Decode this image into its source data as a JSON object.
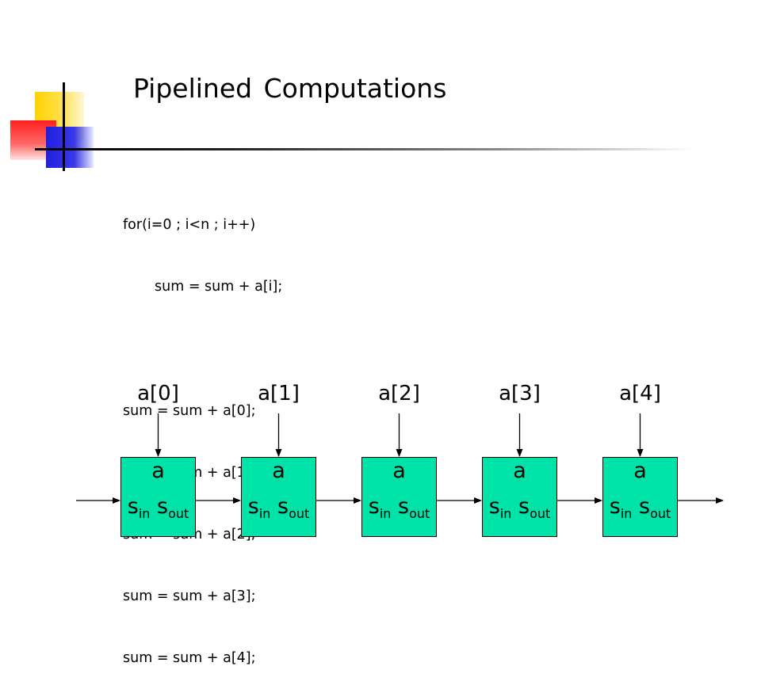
{
  "title": "Pipelined Computations",
  "code": {
    "loop": [
      "for(i=0 ; i<n ; i++)",
      "sum = sum + a[i];"
    ],
    "unrolled": [
      "sum = sum + a[0];",
      "sum = sum + a[1];",
      "sum = sum + a[2];",
      "sum = sum + a[3];",
      "sum = sum + a[4];"
    ]
  },
  "pipeline": {
    "stages": [
      {
        "input_label": "a[0]",
        "box_label": "a",
        "s_in": "in",
        "s_out": "out"
      },
      {
        "input_label": "a[1]",
        "box_label": "a",
        "s_in": "in",
        "s_out": "out"
      },
      {
        "input_label": "a[2]",
        "box_label": "a",
        "s_in": "in",
        "s_out": "out"
      },
      {
        "input_label": "a[3]",
        "box_label": "a",
        "s_in": "in",
        "s_out": "out"
      },
      {
        "input_label": "a[4]",
        "box_label": "a",
        "s_in": "in",
        "s_out": "out"
      }
    ]
  },
  "colors": {
    "stage_fill": "#00e3a8"
  }
}
